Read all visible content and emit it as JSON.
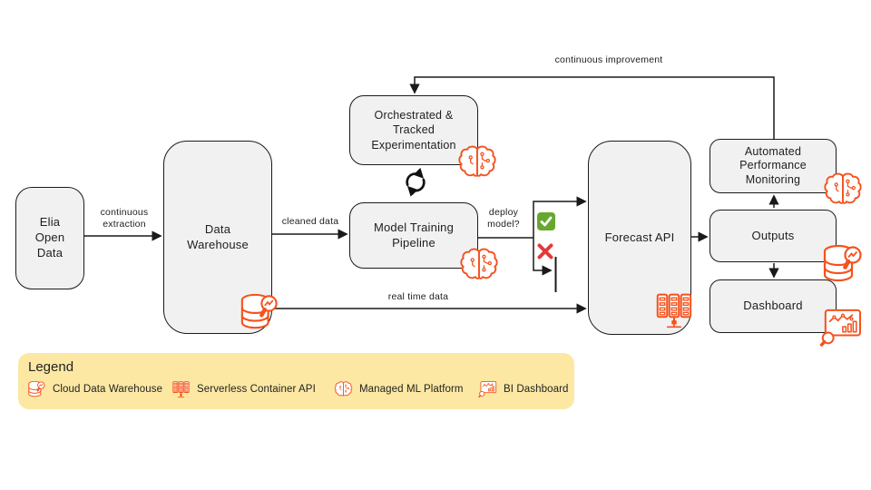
{
  "colors": {
    "accent_orange": "#F4521D",
    "box_fill": "#F1F1F1",
    "box_border": "#1B1B1B",
    "legend_bg": "#FCE8A3",
    "check_green": "#68A72F",
    "cross_red": "#DF3B3B",
    "line_black": "#1A1A1A"
  },
  "diagram": {
    "nodes": [
      {
        "id": "elia-open-data",
        "label": "Elia\nOpen\nData",
        "icon": null
      },
      {
        "id": "data-warehouse",
        "label": "Data\nWarehouse",
        "icon": "cloud-data-warehouse"
      },
      {
        "id": "orchestrated-tracked-experimentation",
        "label": "Orchestrated &\nTracked\nExperimentation",
        "icon": "managed-ml-platform"
      },
      {
        "id": "model-training-pipeline",
        "label": "Model Training\nPipeline",
        "icon": "managed-ml-platform"
      },
      {
        "id": "forecast-api",
        "label": "Forecast API",
        "icon": "serverless-container-api"
      },
      {
        "id": "automated-performance-monitoring",
        "label": "Automated\nPerformance\nMonitoring",
        "icon": "managed-ml-platform"
      },
      {
        "id": "outputs",
        "label": "Outputs",
        "icon": "cloud-data-warehouse"
      },
      {
        "id": "dashboard",
        "label": "Dashboard",
        "icon": "bi-dashboard"
      }
    ],
    "edge_labels": {
      "continuous_extraction": "continuous\nextraction",
      "cleaned_data": "cleaned data",
      "deploy_model": "deploy\nmodel?",
      "real_time_data": "real time data",
      "continuous_improvement": "continuous improvement"
    },
    "decision": {
      "yes_icon": "green-check",
      "no_icon": "red-cross",
      "loop_icon": "cycle-arrows"
    }
  },
  "legend": {
    "title": "Legend",
    "items": [
      {
        "icon": "cloud-data-warehouse-icon",
        "label": "Cloud Data Warehouse"
      },
      {
        "icon": "serverless-container-api-icon",
        "label": "Serverless Container API"
      },
      {
        "icon": "managed-ml-platform-icon",
        "label": "Managed ML Platform"
      },
      {
        "icon": "bi-dashboard-icon",
        "label": "BI Dashboard"
      }
    ]
  }
}
